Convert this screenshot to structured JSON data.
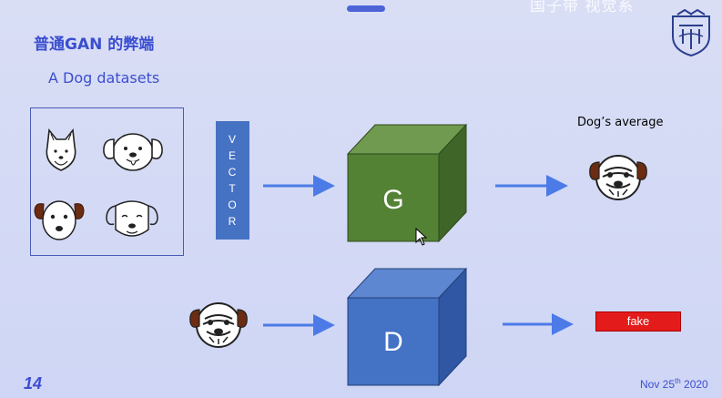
{
  "watermark": "国子带 视觉系",
  "slide": {
    "title": "普通GAN 的弊端",
    "subtitle": "A Dog datasets",
    "page_number": "14",
    "date_prefix": "Nov 25",
    "date_sup": "th",
    "date_year": " 2020"
  },
  "vector_letters": [
    "V",
    "E",
    "C",
    "T",
    "O",
    "R"
  ],
  "generator": {
    "label": "G",
    "front_color": "#548235",
    "top_color": "#6f9a4f",
    "side_color": "#3f6528"
  },
  "discriminator": {
    "label": "D",
    "front_color": "#4472c4",
    "top_color": "#5e87d1",
    "side_color": "#2f57a3"
  },
  "output": {
    "avg_label": "Dog’s average",
    "fake_label": "fake"
  },
  "colors": {
    "accent": "#3b4ed0",
    "arrow": "#4c7be8",
    "fake": "#e41b1b"
  },
  "icons": [
    "shiba-dog-icon",
    "cartoon-dog-icon",
    "brown-eared-dog-icon",
    "line-dog-icon",
    "blurred-average-dog-icon",
    "blurred-input-dog-icon",
    "university-logo"
  ]
}
